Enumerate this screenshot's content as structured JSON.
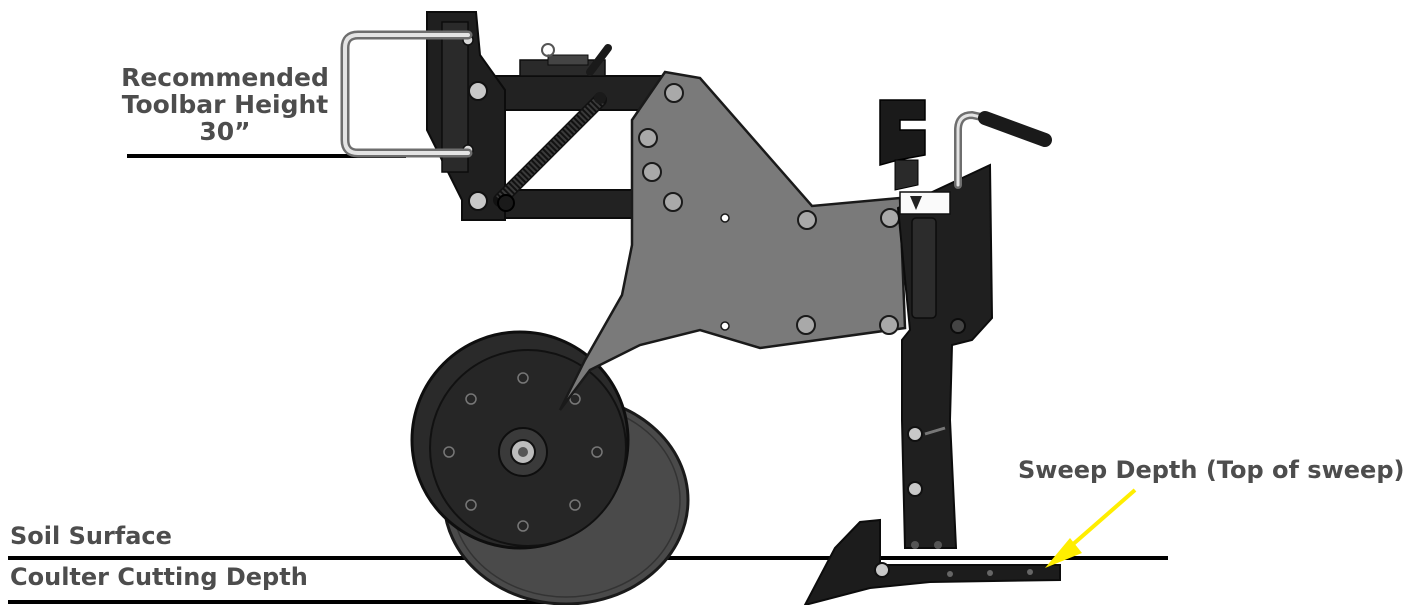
{
  "labels": {
    "toolbar_line1": "Recommended",
    "toolbar_line2": "Toolbar Height",
    "toolbar_line3": "30”",
    "sweep_depth": "Sweep Depth (Top of sweep)",
    "soil_surface": "Soil Surface",
    "coulter_depth": "Coulter Cutting Depth"
  },
  "colors": {
    "frame": "#1b1b1b",
    "plate": "#7a7a7a",
    "wheel": "#262626",
    "coulter_disc": "#4a4a4a",
    "label_text": "#4d4d4d",
    "arrow": "#ffee00"
  }
}
